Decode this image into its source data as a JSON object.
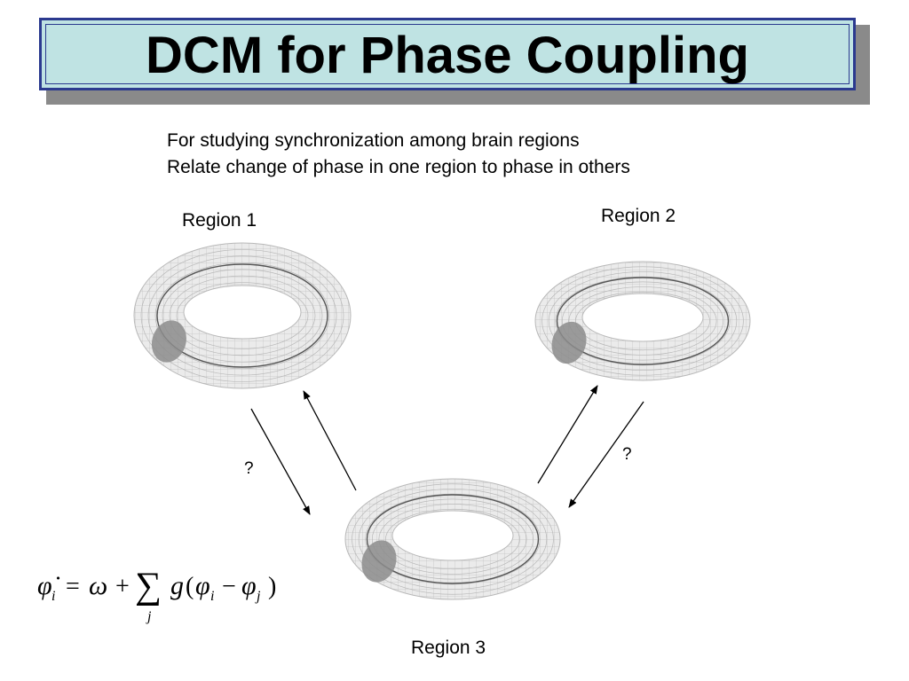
{
  "title": "DCM for Phase Coupling",
  "bullets": [
    "For studying synchronization among brain regions",
    "Relate change of phase in one region to phase in others"
  ],
  "regions": [
    {
      "label": "Region 1"
    },
    {
      "label": "Region 2"
    },
    {
      "label": "Region 3"
    }
  ],
  "unknown_markers": [
    "?",
    "?"
  ],
  "equation": {
    "lhs": "φ̇",
    "lhs_sub": "i",
    "eq": "=",
    "omega": "ω",
    "plus": "+",
    "sum": "∑",
    "sum_sub": "j",
    "g": "g",
    "open": "(",
    "phi1": "φ",
    "phi1_sub": "i",
    "minus": "−",
    "phi2": "φ",
    "phi2_sub": "j",
    "close": ")"
  },
  "colors": {
    "title_bg": "#bfe3e3",
    "title_border": "#2b3a8f",
    "torus_fill": "#e6e6e6",
    "torus_grid": "#b8b8b8",
    "torus_ring": "#555555",
    "marker_fill": "#8c8c8c"
  }
}
